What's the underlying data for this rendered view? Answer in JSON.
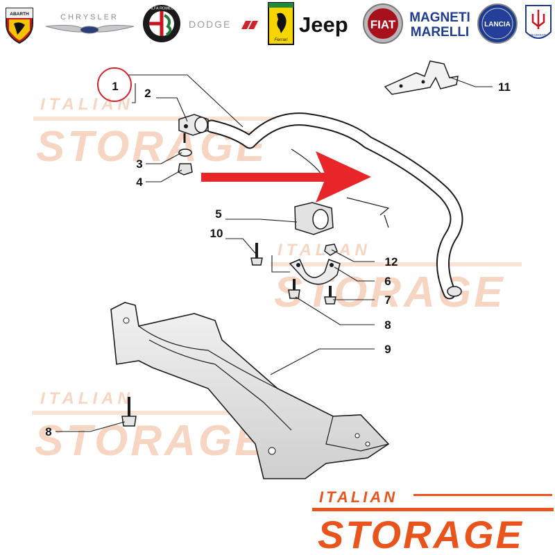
{
  "logos": [
    {
      "name": "ABARTH"
    },
    {
      "name": "CHRYSLER"
    },
    {
      "name": "ALFA ROMEO"
    },
    {
      "name": "DODGE"
    },
    {
      "name": "Ferrari"
    },
    {
      "name": "Jeep"
    },
    {
      "name": "FIAT"
    },
    {
      "name": "MAGNETI"
    },
    {
      "name": "MARELLI"
    },
    {
      "name": "LANCIA"
    },
    {
      "name": "MASERATI"
    }
  ],
  "callouts": [
    "1",
    "2",
    "3",
    "4",
    "5",
    "10",
    "12",
    "6",
    "7",
    "8",
    "9",
    "8",
    "11"
  ],
  "watermark": {
    "line1": "ITALIAN",
    "line2": "STORAGE"
  },
  "brand": {
    "line1": "ITALIAN",
    "line2": "STORAGE"
  },
  "colors": {
    "accent": "#e8541c",
    "arrow": "#e8262a",
    "watermark": "#f6d6c2",
    "line": "#1a1a1a"
  }
}
